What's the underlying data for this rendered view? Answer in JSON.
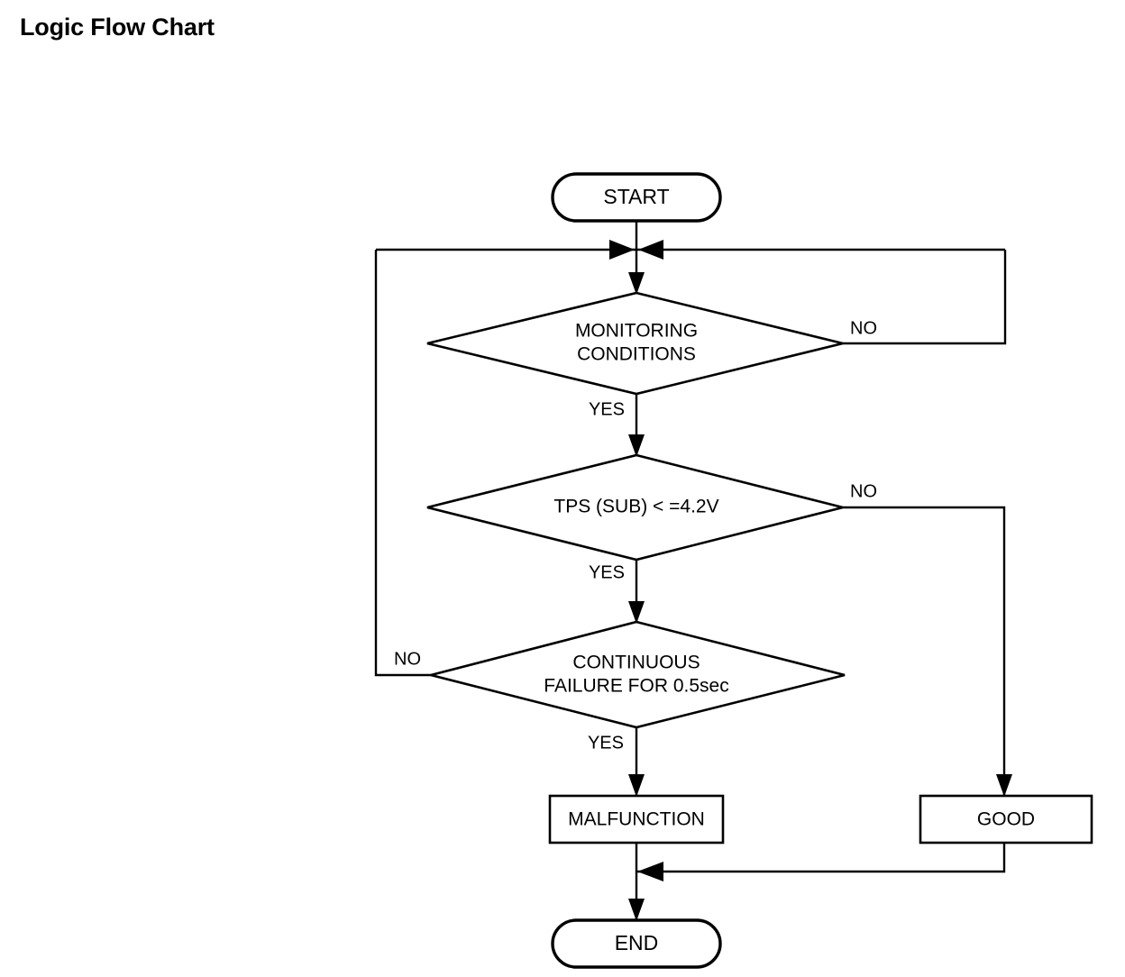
{
  "page": {
    "title": "Logic Flow Chart"
  },
  "chart_data": {
    "type": "diagram",
    "diagram_kind": "flowchart",
    "title": "Logic Flow Chart",
    "orientation": "top-to-bottom",
    "nodes": [
      {
        "id": "start",
        "shape": "terminator",
        "label": "START"
      },
      {
        "id": "monitoring",
        "shape": "decision",
        "label_line1": "MONITORING",
        "label_line2": "CONDITIONS"
      },
      {
        "id": "tps",
        "shape": "decision",
        "label_line1": "TPS (SUB) < =4.2V",
        "label_line2": ""
      },
      {
        "id": "continuous",
        "shape": "decision",
        "label_line1": "CONTINUOUS",
        "label_line2": "FAILURE FOR 0.5sec"
      },
      {
        "id": "malfunction",
        "shape": "process",
        "label": "MALFUNCTION"
      },
      {
        "id": "good",
        "shape": "process",
        "label": "GOOD"
      },
      {
        "id": "end",
        "shape": "terminator",
        "label": "END"
      }
    ],
    "edges": [
      {
        "from": "start",
        "to": "monitoring",
        "label": "",
        "route": "down"
      },
      {
        "from": "monitoring",
        "to": "tps",
        "label": "YES",
        "route": "down"
      },
      {
        "from": "monitoring",
        "to": "start-join",
        "label": "NO",
        "route": "right-up"
      },
      {
        "from": "tps",
        "to": "continuous",
        "label": "YES",
        "route": "down"
      },
      {
        "from": "tps",
        "to": "good",
        "label": "NO",
        "route": "right-down"
      },
      {
        "from": "continuous",
        "to": "malfunction",
        "label": "YES",
        "route": "down"
      },
      {
        "from": "continuous",
        "to": "start-join",
        "label": "NO",
        "route": "left-up"
      },
      {
        "from": "malfunction",
        "to": "end",
        "label": "",
        "route": "down"
      },
      {
        "from": "good",
        "to": "end",
        "label": "",
        "route": "down-left"
      }
    ]
  },
  "labels": {
    "start": "START",
    "end": "END",
    "malfunction": "MALFUNCTION",
    "good": "GOOD",
    "monitoring_line1": "MONITORING",
    "monitoring_line2": "CONDITIONS",
    "tps_condition": "TPS (SUB) < =4.2V",
    "continuous_line1": "CONTINUOUS",
    "continuous_line2": "FAILURE FOR 0.5sec",
    "yes_1": "YES",
    "yes_2": "YES",
    "yes_3": "YES",
    "no_1": "NO",
    "no_2": "NO",
    "no_3": "NO"
  },
  "colors": {
    "background": "#ffffff",
    "stroke": "#000000",
    "text": "#000000"
  }
}
